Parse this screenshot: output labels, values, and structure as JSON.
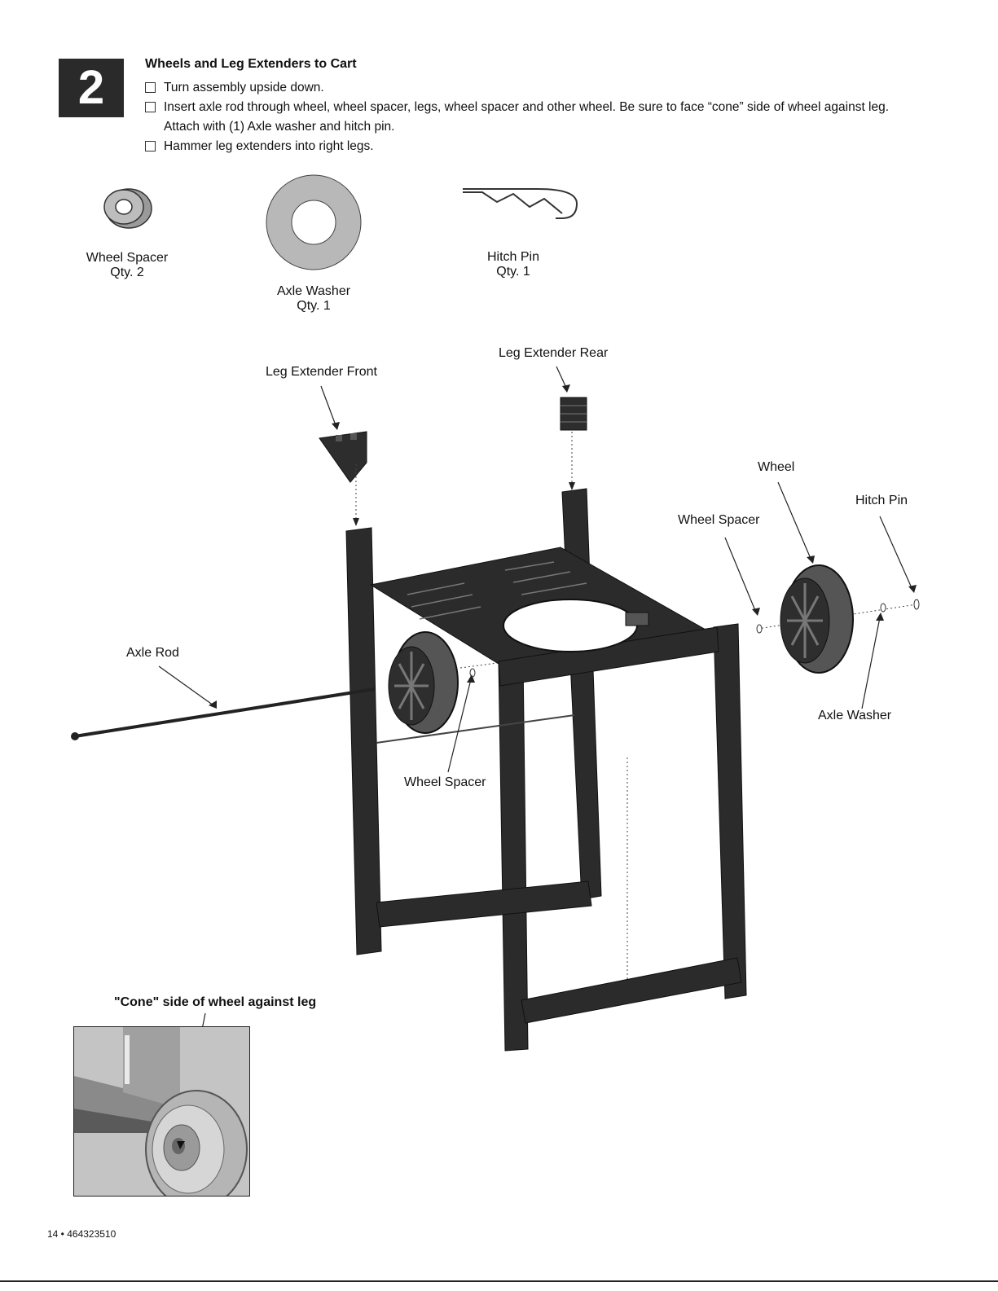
{
  "step": {
    "number": "2",
    "title": "Wheels and Leg Extenders to Cart"
  },
  "instructions": [
    "Turn assembly upside down.",
    "Insert axle rod through wheel, wheel spacer, legs, wheel spacer and other wheel. Be sure to face “cone” side of wheel against leg.",
    "Attach with (1) Axle washer and hitch pin.",
    "Hammer leg extenders into right legs."
  ],
  "parts": [
    {
      "name": "Wheel Spacer",
      "qty": "Qty. 2"
    },
    {
      "name": "Axle Washer",
      "qty": "Qty. 1"
    },
    {
      "name": "Hitch Pin",
      "qty": "Qty. 1"
    }
  ],
  "callouts": {
    "leg_extender_front": "Leg Extender Front",
    "leg_extender_rear": "Leg Extender Rear",
    "wheel": "Wheel",
    "hitch_pin": "Hitch Pin",
    "wheel_spacer_right": "Wheel Spacer",
    "axle_rod": "Axle Rod",
    "axle_washer": "Axle Washer",
    "wheel_spacer_left": "Wheel Spacer",
    "cone_note": "\"Cone\" side of wheel against leg"
  },
  "footer": "14 • 464323510"
}
